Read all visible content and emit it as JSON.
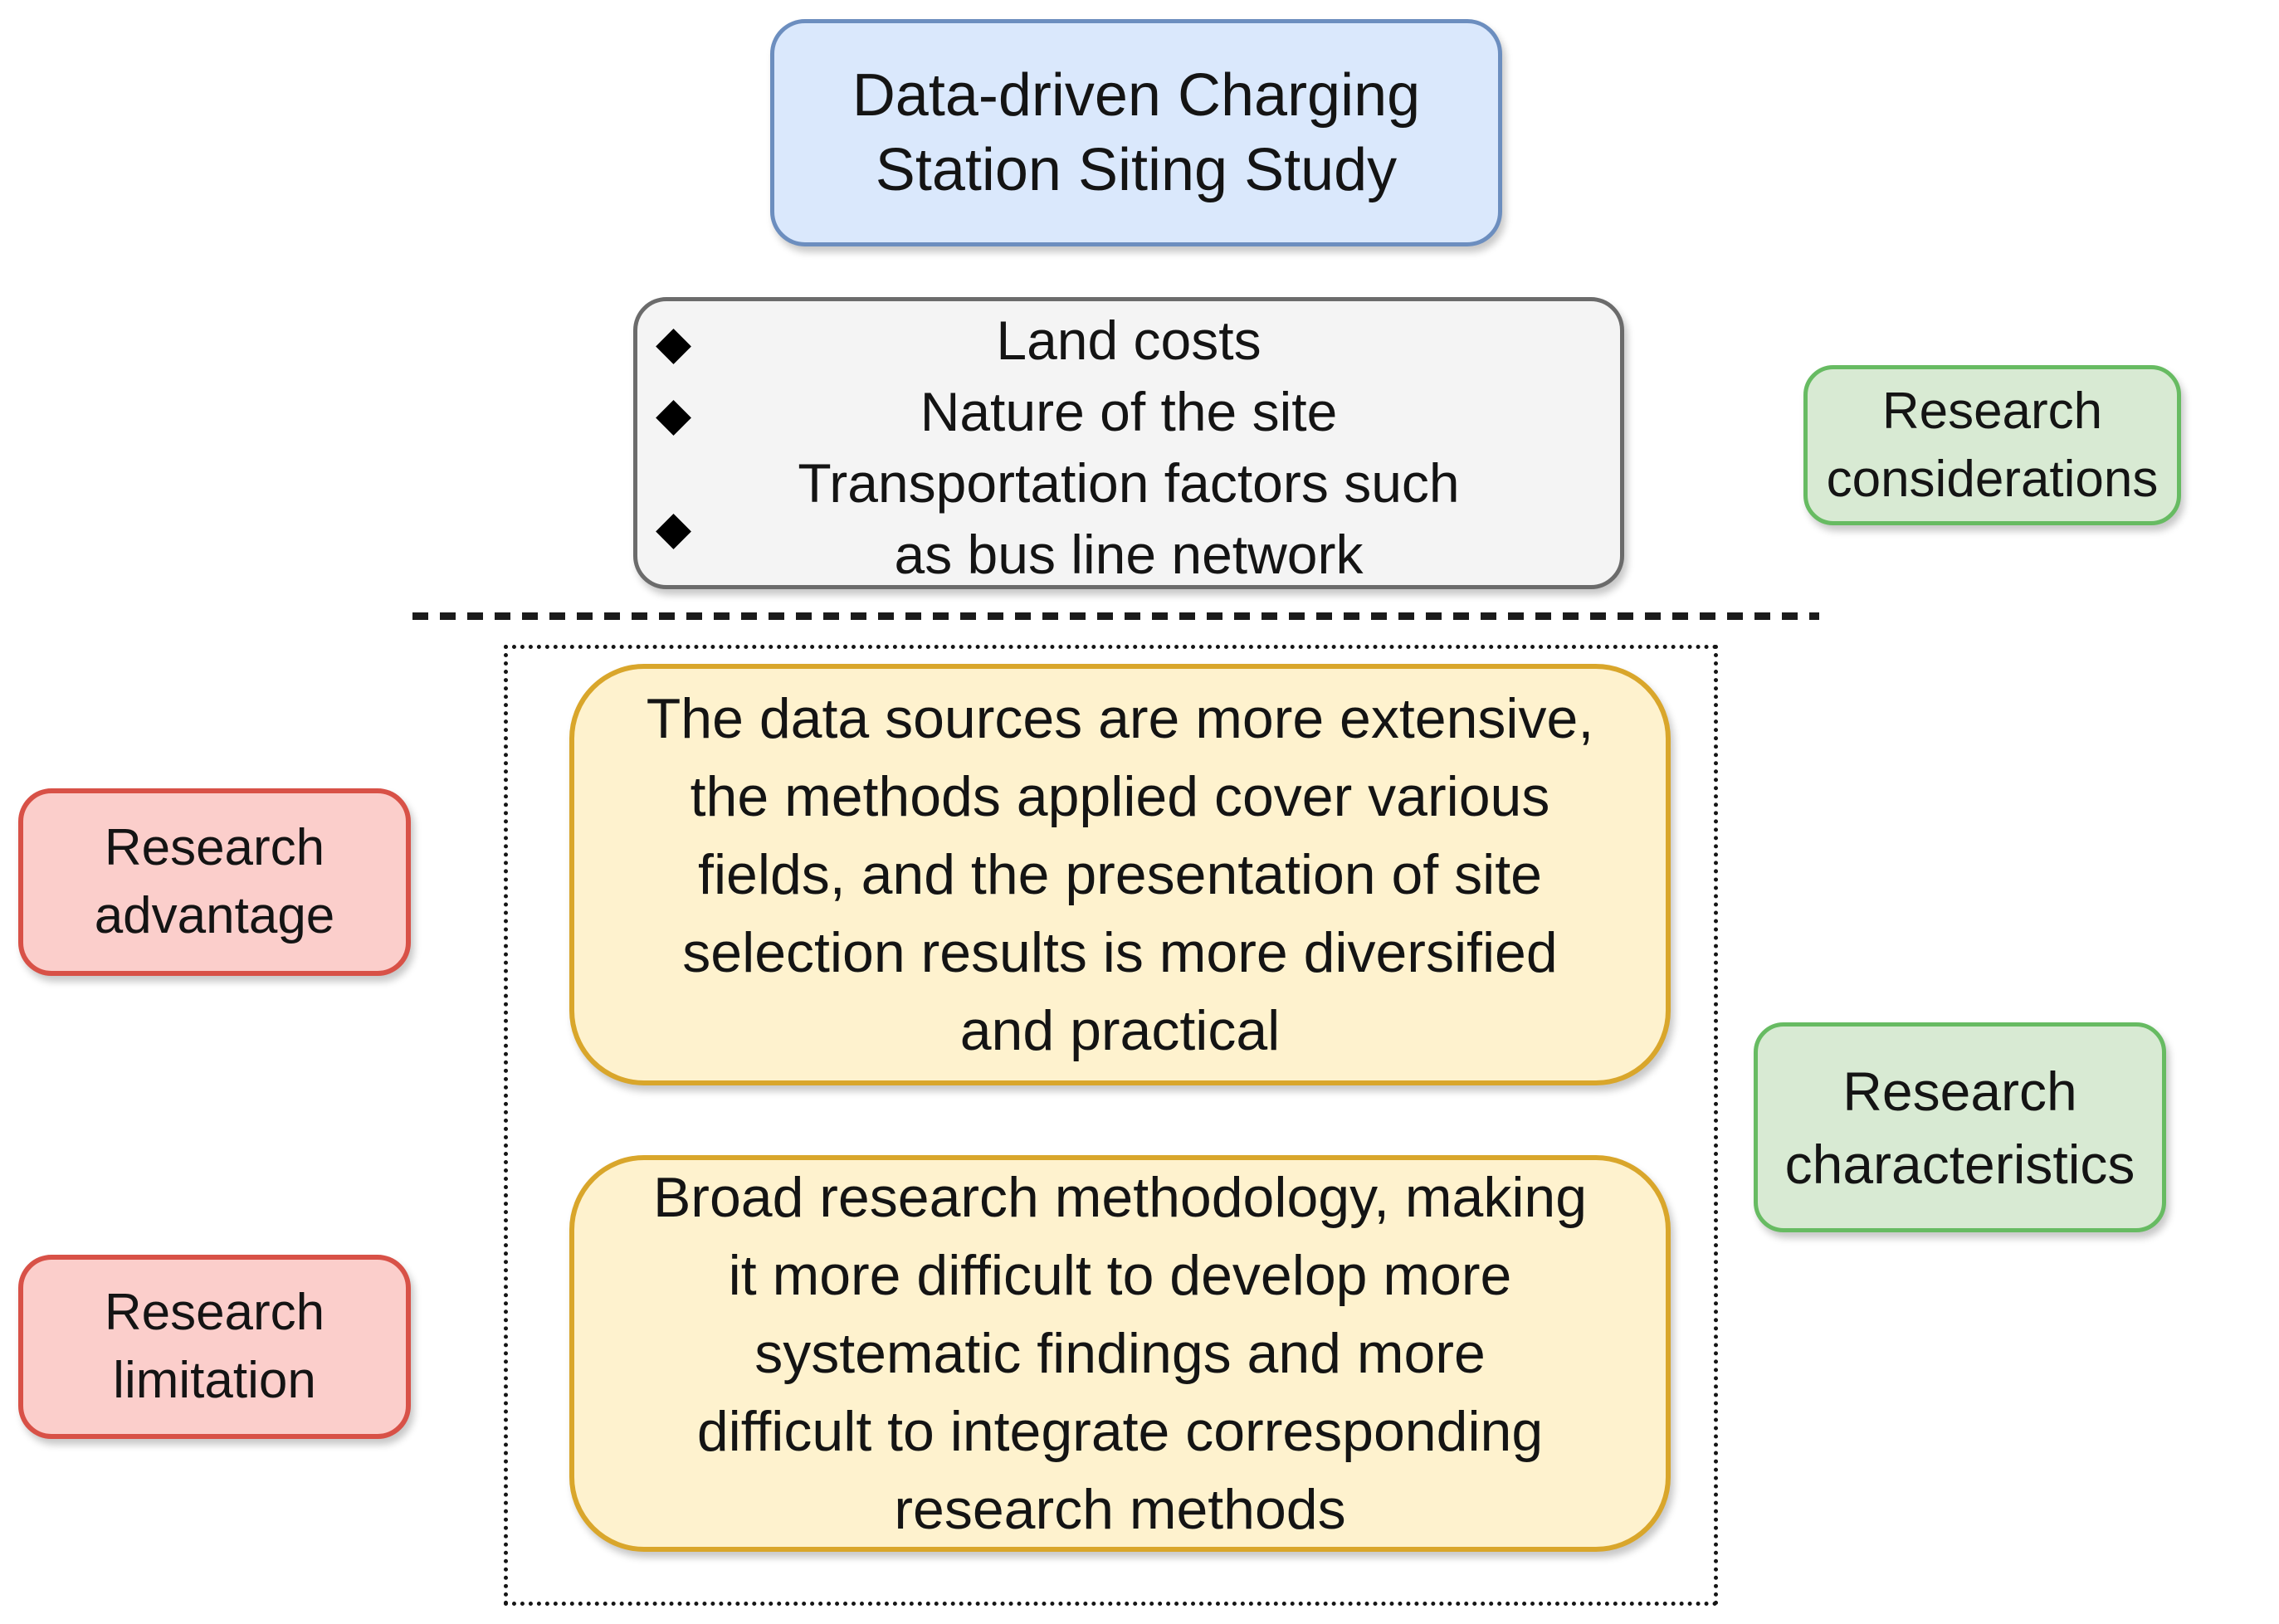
{
  "colors": {
    "blue_fill": "#DAE8FC",
    "blue_border": "#6C8EBF",
    "gray_fill": "#F4F4F4",
    "gray_border": "#6B6B6B",
    "green_fill": "#D8EAD3",
    "green_border": "#67BB62",
    "red_fill": "#FBCECB",
    "red_border": "#D85147",
    "yellow_fill": "#FEF2CE",
    "yellow_border": "#D9A62B"
  },
  "title_box": {
    "lines": [
      "Data-driven Charging",
      "Station Siting Study"
    ]
  },
  "considerations_box": {
    "bullet_glyph": "◆",
    "lines": [
      "Land costs",
      "Nature of the site",
      "Transportation factors such",
      "as bus line network"
    ]
  },
  "side_labels": {
    "considerations": {
      "lines": [
        "Research",
        "considerations"
      ]
    },
    "advantage": {
      "lines": [
        "Research",
        "advantage"
      ]
    },
    "characteristics": {
      "lines": [
        "Research",
        "characteristics"
      ]
    },
    "limitation": {
      "lines": [
        "Research",
        "limitation"
      ]
    }
  },
  "advantage_box": {
    "lines": [
      "The data sources are more extensive,",
      "the methods applied cover various",
      "fields, and the presentation of site",
      "selection results is more diversified",
      "and practical"
    ]
  },
  "limitation_box": {
    "lines": [
      "Broad research methodology, making",
      "it more difficult to develop more",
      "systematic findings and more",
      "difficult to integrate corresponding",
      "research methods"
    ]
  }
}
